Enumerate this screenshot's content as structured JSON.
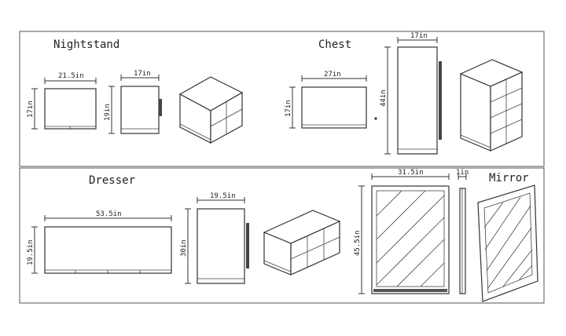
{
  "sections": {
    "nightstand": {
      "title": "Nightstand",
      "front_width": "21.5in",
      "front_height": "17in",
      "side_depth": "17in",
      "side_height": "19in"
    },
    "chest": {
      "title": "Chest",
      "top_width": "27in",
      "top_depth": "17in",
      "side_depth": "17in",
      "side_height": "44in"
    },
    "dresser": {
      "title": "Dresser",
      "front_width": "53.5in",
      "front_height": "19.5in",
      "side_depth": "19.5in",
      "side_height": "30in"
    },
    "mirror": {
      "title": "Mirror",
      "width": "31.5in",
      "height": "45.5in",
      "thickness": "1in"
    }
  },
  "colors": {
    "line": "#333333",
    "frame": "#555555",
    "background": "#ffffff"
  }
}
